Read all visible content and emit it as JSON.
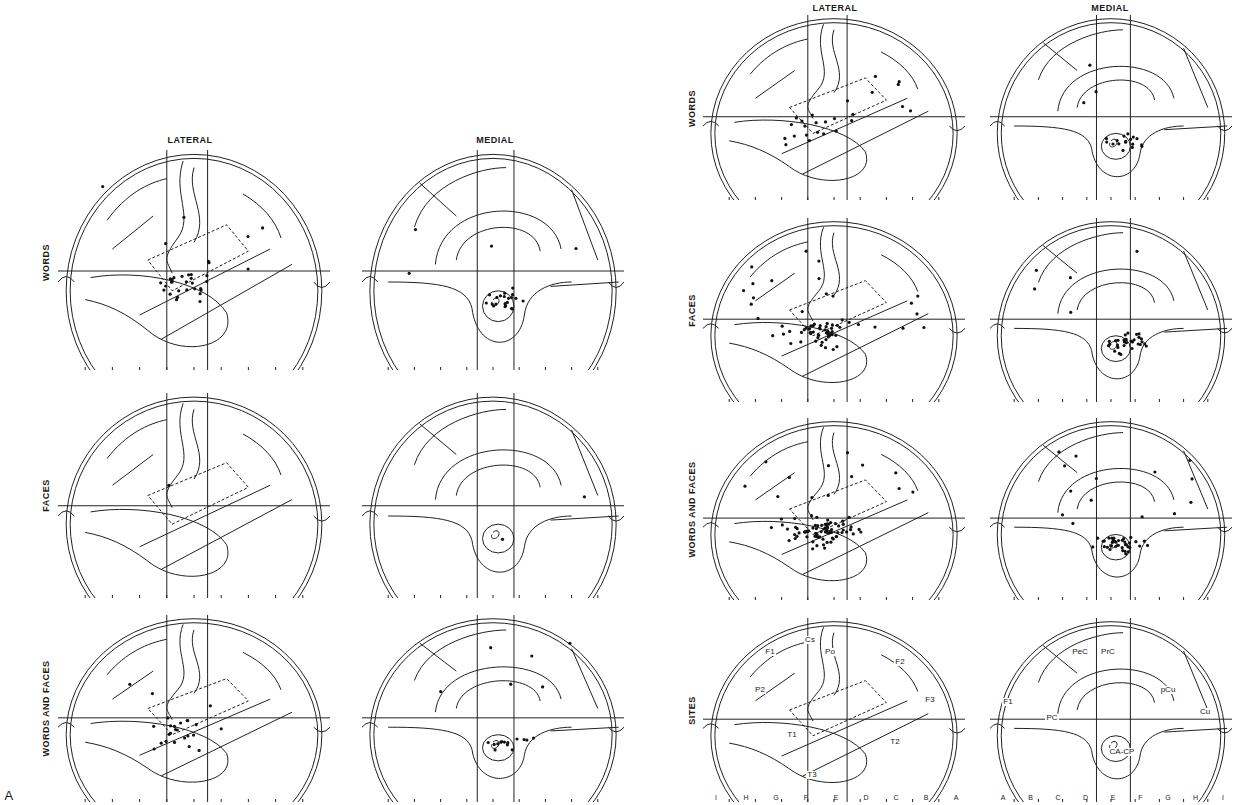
{
  "diagram": {
    "labels": [
      "LATERAL",
      "MEDIAL",
      "WORDS",
      "FACES",
      "WORDS AND FACES",
      "A",
      "LATERAL",
      "MEDIAL",
      "WORDS",
      "FACES",
      "WORDS AND FACES",
      "SITES",
      "F1",
      "Cs",
      "Po",
      "F2",
      "P2",
      "F3",
      "T1",
      "T2",
      "T3",
      "F1",
      "PC",
      "PeC",
      "PrC",
      "pCu",
      "Cu",
      "CA-CP",
      "I",
      "H",
      "G",
      "F",
      "E",
      "D",
      "C",
      "B",
      "A",
      "A",
      "B",
      "C",
      "D",
      "E",
      "F",
      "G",
      "H",
      "I"
    ]
  }
}
